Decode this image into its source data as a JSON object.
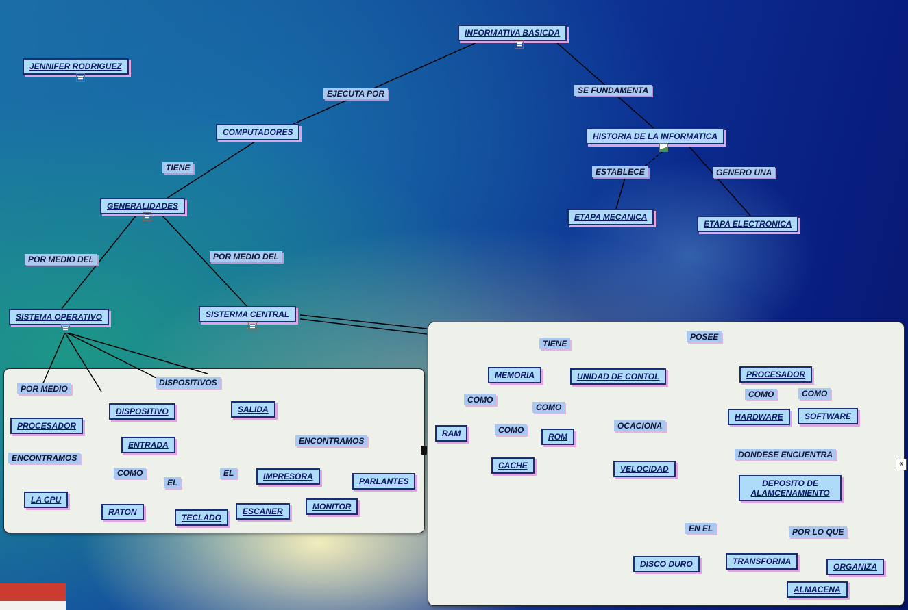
{
  "colors": {
    "concept_fill": "#aedcf8",
    "concept_border": "#1c2b72",
    "concept_text": "#0c1766",
    "link_highlight": "#a9c9f2",
    "node_shadow": "#dda6de",
    "panel_fill": "#edf1ea"
  },
  "main_map": {
    "concepts": [
      {
        "text": "INFORMATIVA BASICDA"
      },
      {
        "text": "JENNIFER RODRIGUEZ"
      },
      {
        "text": "COMPUTADORES"
      },
      {
        "text": "HISTORIA DE LA INFORMATICA"
      },
      {
        "text": "GENERALIDADES"
      },
      {
        "text": "ETAPA MECANICA"
      },
      {
        "text": "ETAPA ELECTRONICA"
      },
      {
        "text": "SISTEMA OPERATIVO"
      },
      {
        "text": "SISTERMA CENTRAL"
      }
    ],
    "links": [
      {
        "text": "EJECUTA POR"
      },
      {
        "text": "SE FUNDAMENTA"
      },
      {
        "text": "TIENE"
      },
      {
        "text": "ESTABLECE"
      },
      {
        "text": "GENERO UNA"
      },
      {
        "text": "POR MEDIO DEL"
      },
      {
        "text": "POR MEDIO DEL"
      }
    ]
  },
  "left_panel": {
    "concepts": [
      {
        "text": "DISPOSITIVO"
      },
      {
        "text": "SALIDA"
      },
      {
        "text": "PROCESADOR"
      },
      {
        "text": "ENTRADA"
      },
      {
        "text": "IMPRESORA"
      },
      {
        "text": "PARLANTES"
      },
      {
        "text": "LA CPU"
      },
      {
        "text": "RATON"
      },
      {
        "text": "TECLADO"
      },
      {
        "text": "ESCANER"
      },
      {
        "text": "MONITOR"
      }
    ],
    "links": [
      {
        "text": "POR MEDIO"
      },
      {
        "text": "DISPOSITIVOS"
      },
      {
        "text": "ENCONTRAMOS"
      },
      {
        "text": "ENCONTRAMOS"
      },
      {
        "text": "COMO"
      },
      {
        "text": "EL"
      },
      {
        "text": "EL"
      }
    ]
  },
  "right_panel": {
    "concepts": [
      {
        "text": "MEMORIA"
      },
      {
        "text": "UNIDAD DE CONTOL"
      },
      {
        "text": "PROCESADOR"
      },
      {
        "text": "HARDWARE"
      },
      {
        "text": "SOFTWARE"
      },
      {
        "text": "RAM"
      },
      {
        "text": "ROM"
      },
      {
        "text": "CACHE"
      },
      {
        "text": "VELOCIDAD"
      },
      {
        "text": "DEPOSITO DE ALAMCENAMIENTO"
      },
      {
        "text": "DISCO DURO"
      },
      {
        "text": "TRANSFORMA"
      },
      {
        "text": "ORGANIZA"
      },
      {
        "text": "ALMACENA"
      }
    ],
    "links": [
      {
        "text": "TIENE"
      },
      {
        "text": "POSEE"
      },
      {
        "text": "COMO"
      },
      {
        "text": "COMO"
      },
      {
        "text": "COMO"
      },
      {
        "text": "COMO"
      },
      {
        "text": "COMO"
      },
      {
        "text": "OCACIONA"
      },
      {
        "text": "DONDESE ENCUENTRA"
      },
      {
        "text": "EN EL"
      },
      {
        "text": "POR LO QUE"
      }
    ]
  },
  "widgets": {
    "scroll_glyph": "«"
  }
}
